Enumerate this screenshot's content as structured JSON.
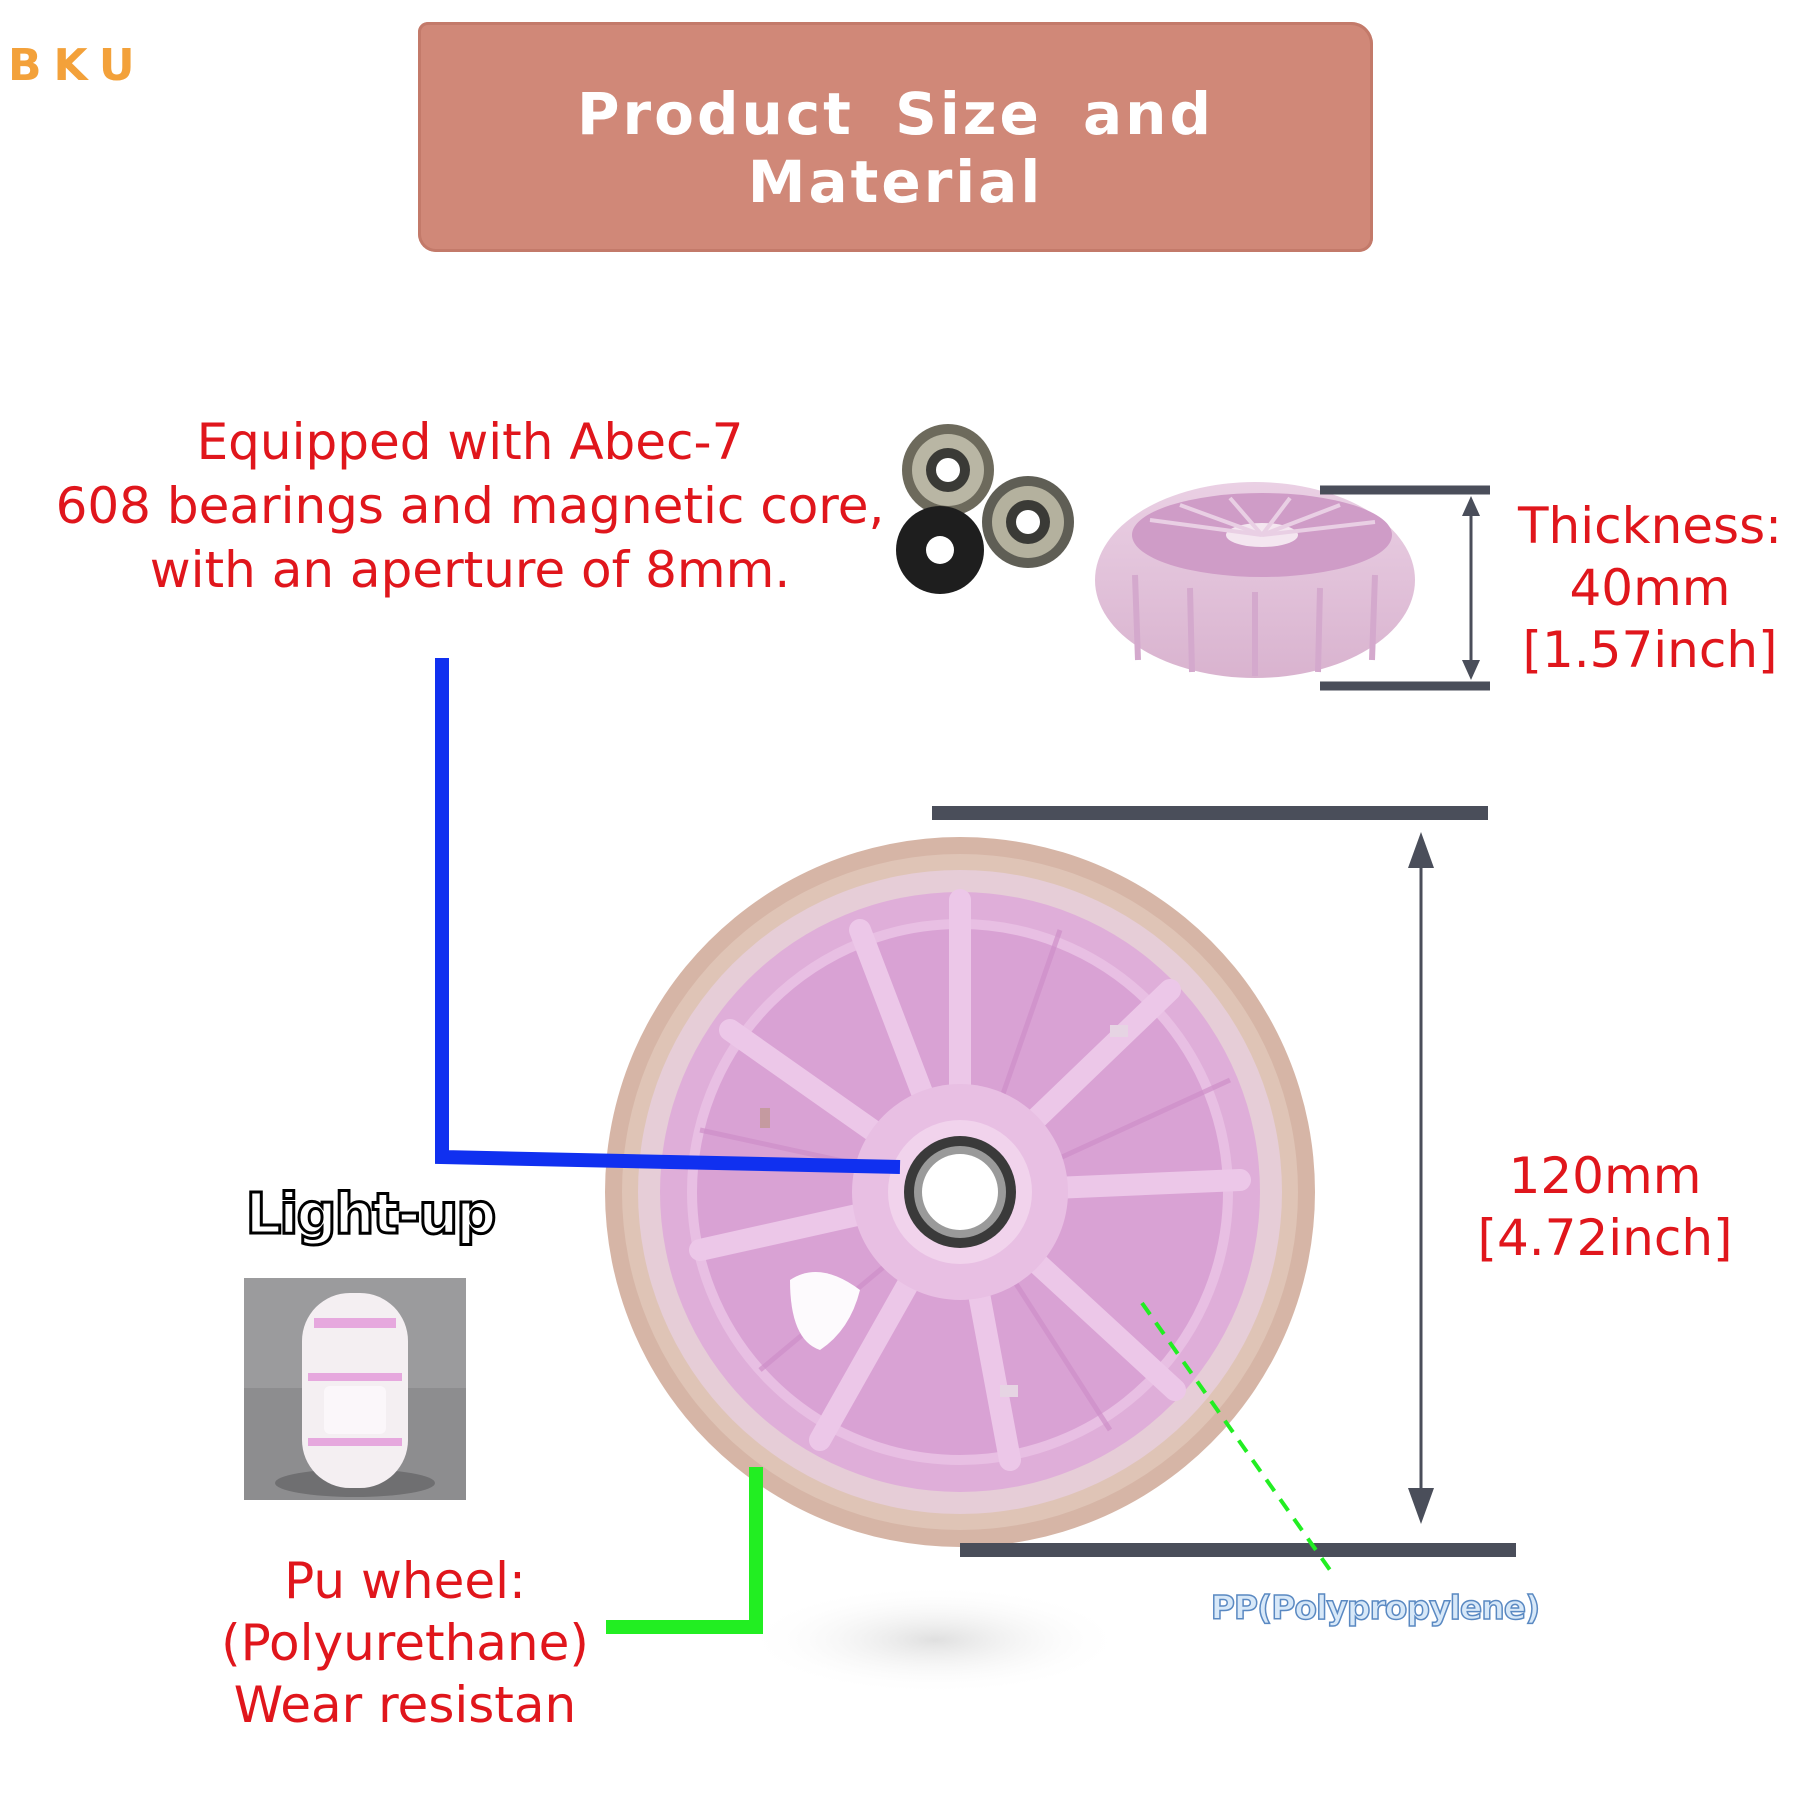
{
  "brand": {
    "logo_text": "BKU"
  },
  "title": "Product Size and Material",
  "bearing_note": {
    "lines": [
      "Equipped with Abec-7",
      "608 bearings and magnetic core,",
      "with an aperture of 8mm."
    ]
  },
  "thickness": {
    "label": "Thickness:",
    "value_mm": "40mm",
    "value_inch": "[1.57inch]"
  },
  "diameter": {
    "value_mm": "120mm",
    "value_inch": "[4.72inch]"
  },
  "lightup": {
    "label": "Light-up"
  },
  "pu_wheel": {
    "lines": [
      "Pu wheel:",
      "(Polyurethane)",
      "Wear resistan"
    ]
  },
  "pp_label": "PP(Polypropylene)",
  "colors": {
    "banner": "#d08878",
    "annotation_red": "#e0161c",
    "leader_blue": "#1030f0",
    "leader_green": "#22ee22",
    "dimension_gray": "#4a4e5a",
    "wheel_pink": "#e2b6de",
    "tire_tan": "#d8b8a8",
    "logo_orange": "#f3a13a"
  }
}
